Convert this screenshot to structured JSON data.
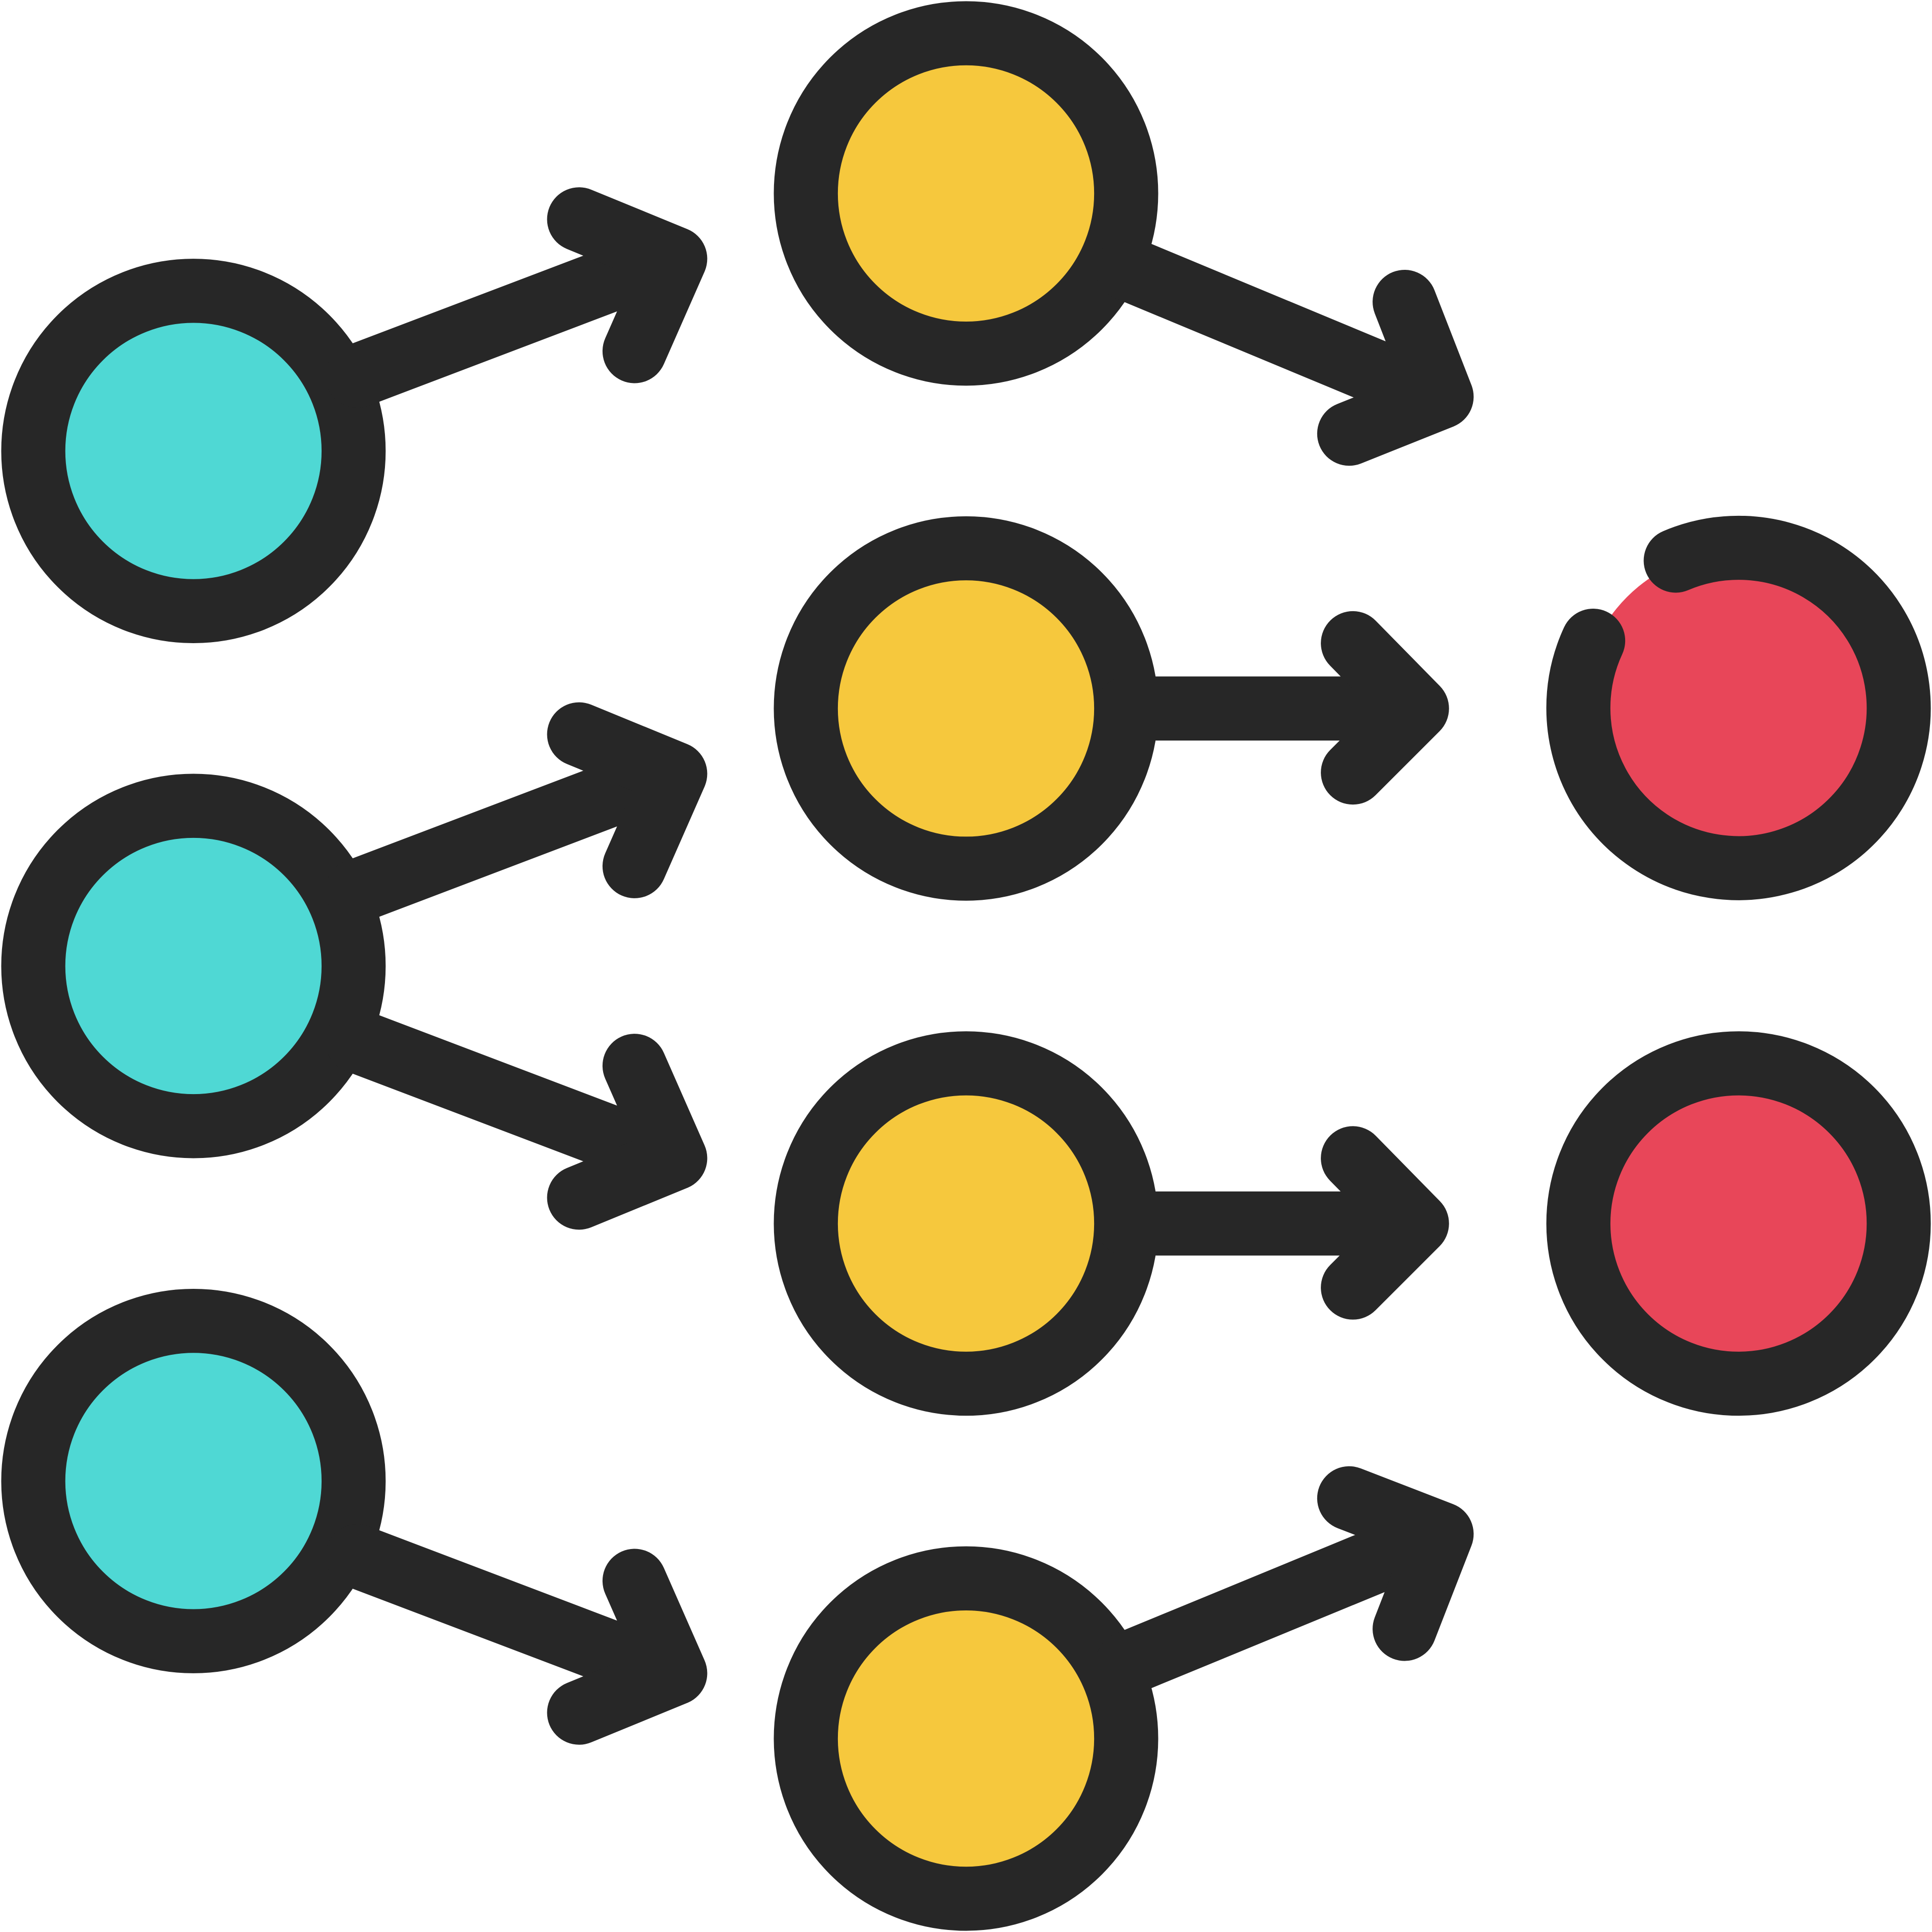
{
  "diagram": {
    "colors": {
      "outline": "#272727",
      "input": "#4fd8d4",
      "hidden": "#f6c83d",
      "output": "#e84659",
      "background": "#ffffff"
    },
    "layers": [
      {
        "role": "input",
        "nodes": 3
      },
      {
        "role": "hidden",
        "nodes": 4
      },
      {
        "role": "output",
        "nodes": 2
      }
    ],
    "output_node_1_partial_outline": true
  }
}
